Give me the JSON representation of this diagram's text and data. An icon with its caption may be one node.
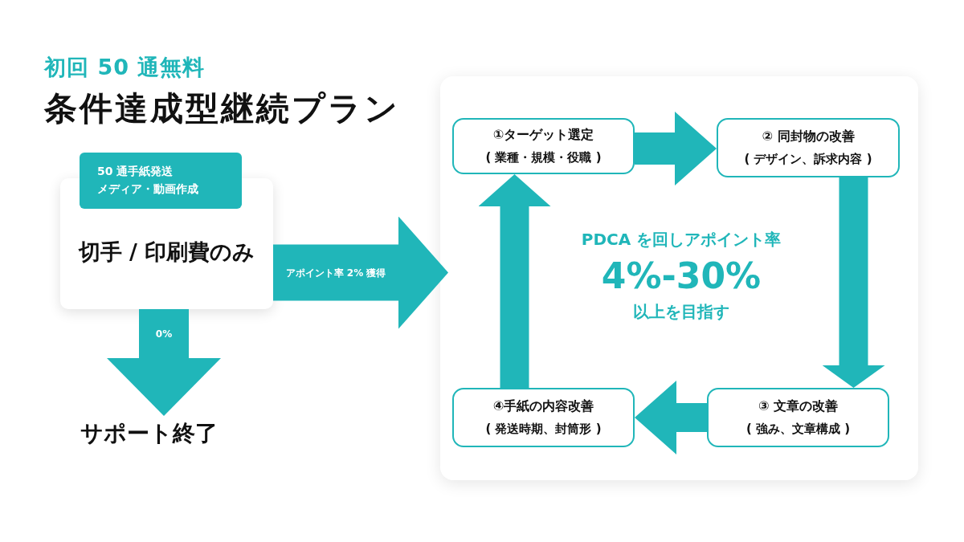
{
  "diagram": {
    "title": "条件達成型継続プラン",
    "nodes": [
      {
        "text": [
          "切手 / 印刷費のみ"
        ]
      },
      {
        "text": [
          "50 通手紙発送",
          "メディア・動画作成"
        ]
      },
      {
        "text": [
          "サポート終了"
        ]
      },
      {
        "text": [
          "PDCA を回しアポイント率",
          "4%-30%",
          "以上を目指す"
        ]
      },
      {
        "text": [
          "①ターゲット選定",
          "( 業種・規模・役職 )"
        ],
        "in": 3
      },
      {
        "text": [
          "② 同封物の改善",
          "( デザイン、訴求内容 )"
        ],
        "in": 3
      },
      {
        "text": [
          "③ 文章の改善",
          "( 強み、文章構成 )"
        ],
        "in": 3
      },
      {
        "text": [
          "④手紙の内容改善",
          "( 発送時期、封筒形 )"
        ],
        "in": 3
      }
    ],
    "edges": [
      {
        "from": 0,
        "to": 2,
        "arrow": "to",
        "label": "0%"
      },
      {
        "from": 0,
        "to": 3,
        "arrow": "to",
        "label": "アポイント率 2% 獲得",
        "style": "thick"
      },
      {
        "from": 4,
        "to": 5,
        "arrow": "to"
      },
      {
        "from": 5,
        "to": 6,
        "arrow": "to"
      },
      {
        "from": 6,
        "to": 7,
        "arrow": "to"
      },
      {
        "from": 7,
        "to": 4,
        "arrow": "to"
      }
    ],
    "labels": [
      "初回 50 通無料"
    ]
  }
}
